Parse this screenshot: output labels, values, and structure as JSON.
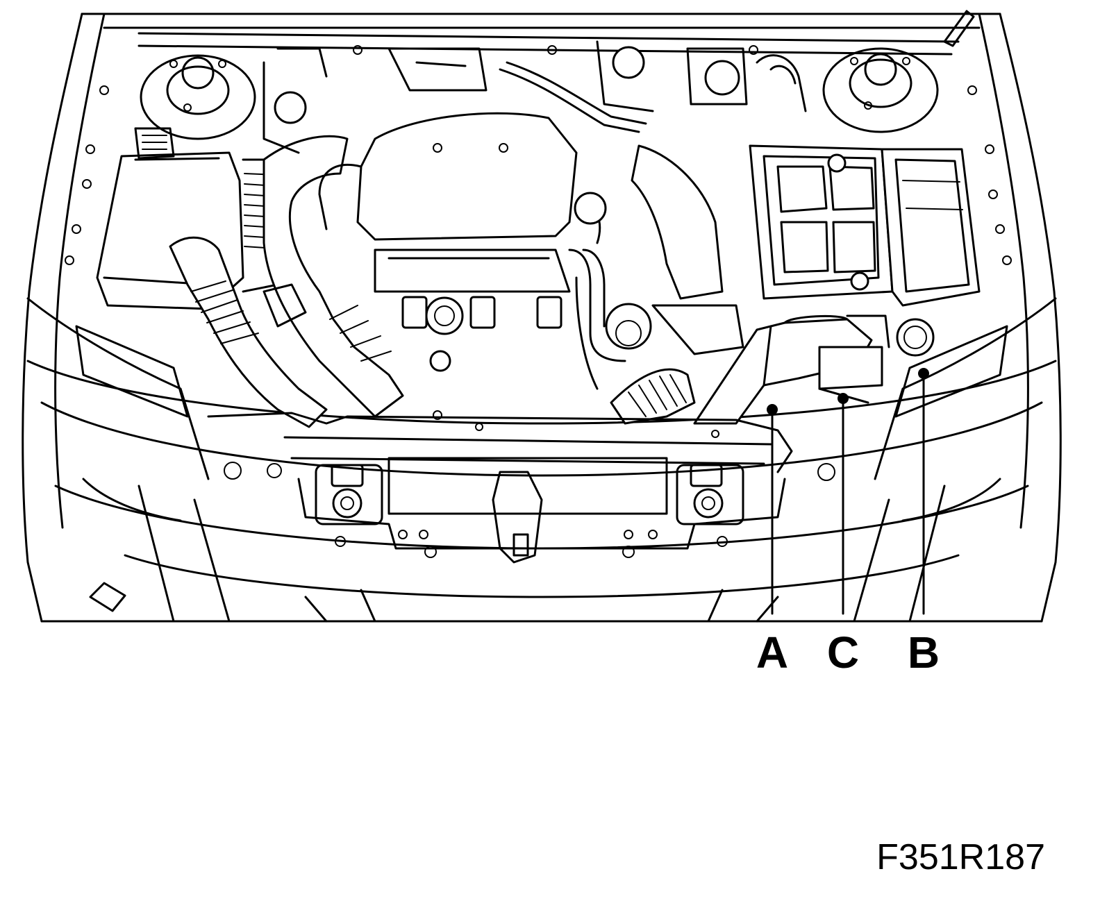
{
  "figure": {
    "id": "F351R187",
    "callouts": [
      {
        "key": "a",
        "label": "A"
      },
      {
        "key": "c",
        "label": "C"
      },
      {
        "key": "b",
        "label": "B"
      }
    ]
  }
}
